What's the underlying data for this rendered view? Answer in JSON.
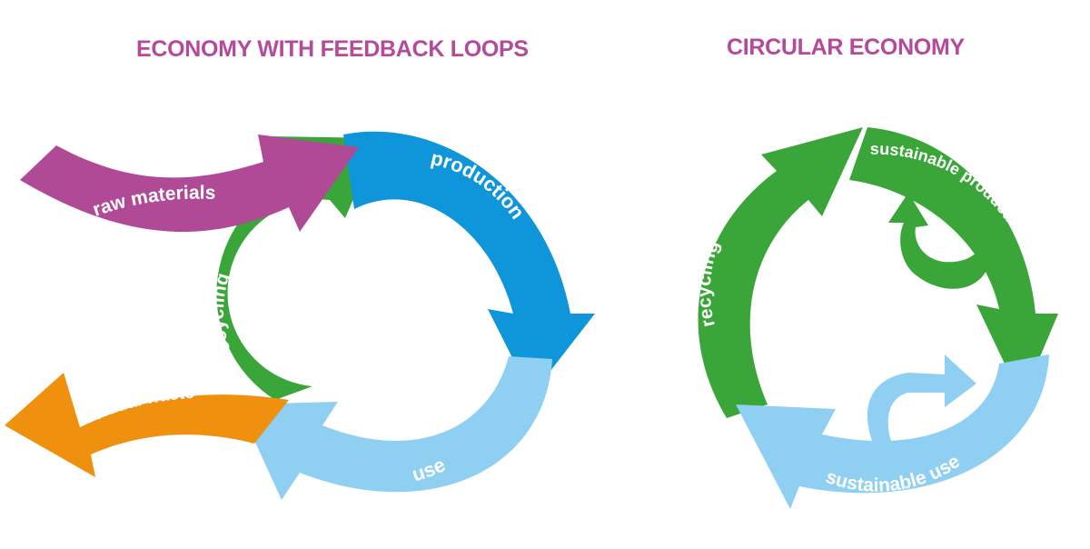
{
  "colors": {
    "title": "#b5499a",
    "magenta": "#b04a96",
    "green": "#3aa639",
    "blue": "#0f95d9",
    "light_blue": "#8fd0f2",
    "orange": "#f0900f",
    "white": "#ffffff"
  },
  "left_diagram": {
    "title": "ECONOMY WITH FEEDBACK LOOPS",
    "labels": {
      "raw_materials": "raw materials",
      "production": "production",
      "use": "use",
      "recycling": "recycling",
      "residual_waste": "residual waste"
    }
  },
  "right_diagram": {
    "title": "CIRCULAR ECONOMY",
    "labels": {
      "recycling": "recycling",
      "sustainable_production": "sustainable production",
      "sustainable_use": "sustainable use"
    }
  }
}
